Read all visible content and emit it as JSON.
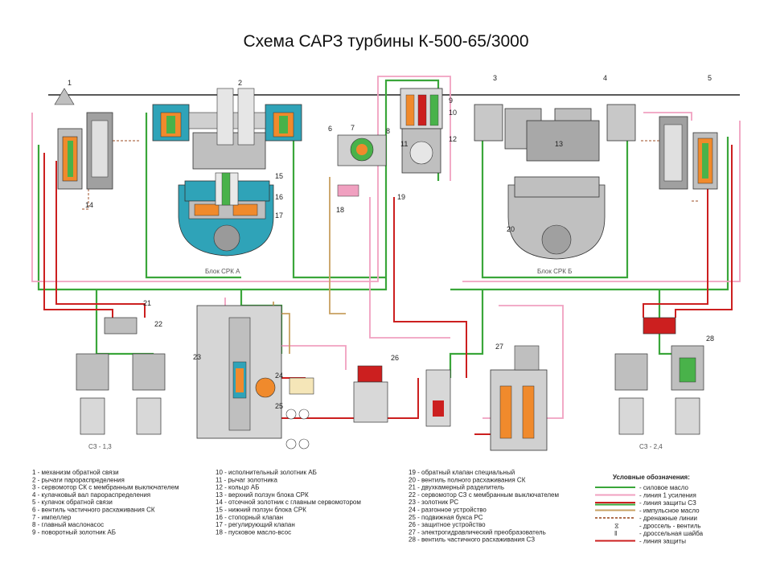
{
  "title": "Схема САРЗ турбины К-500-65/3000",
  "colors": {
    "power_oil": "#3aa63a",
    "control_line": "#f0a0c0",
    "protection_line": "#cc1f1f",
    "impulse_oil": "#c8a060",
    "drain_line": "#b07050",
    "green_fill": "#49b24a",
    "orange_fill": "#f08a2c",
    "teal_fill": "#2fa3b8",
    "grey_fill": "#bfbfbf"
  },
  "block_labels": {
    "block_a": "Блок СРК А",
    "block_b": "Блок СРК Б",
    "sz13": "СЗ - 1,3",
    "sz24": "СЗ - 2,4"
  },
  "callouts": [
    "1",
    "2",
    "3",
    "4",
    "5",
    "6",
    "7",
    "8",
    "9",
    "10",
    "11",
    "12",
    "13",
    "14",
    "15",
    "16",
    "17",
    "18",
    "19",
    "20",
    "21",
    "22",
    "23",
    "24",
    "25",
    "26",
    "27",
    "28"
  ],
  "legend_col1": [
    {
      "n": "1",
      "t": "механизм обратной связи"
    },
    {
      "n": "2",
      "t": "рычаги парораспределения"
    },
    {
      "n": "3",
      "t": "сервомотор СК с мембранным выключателем"
    },
    {
      "n": "4",
      "t": "кулачковый вал парораспределения"
    },
    {
      "n": "5",
      "t": "кулачок обратной связи"
    },
    {
      "n": "6",
      "t": "вентиль частичного расхаживания СК"
    },
    {
      "n": "7",
      "t": "импеллер"
    },
    {
      "n": "8",
      "t": "главный маслонасос"
    },
    {
      "n": "9",
      "t": "поворотный золотник АБ"
    }
  ],
  "legend_col2": [
    {
      "n": "10",
      "t": "исполнительный золотник АБ"
    },
    {
      "n": "11",
      "t": "рычаг золотника"
    },
    {
      "n": "12",
      "t": "кольцо АБ"
    },
    {
      "n": "13",
      "t": "верхний ползун блока СРК"
    },
    {
      "n": "14",
      "t": "отсечной золотник с главным сервомотором"
    },
    {
      "n": "15",
      "t": "нижний ползун блока СРК"
    },
    {
      "n": "16",
      "t": "стопорный клапан"
    },
    {
      "n": "17",
      "t": "регулирующий клапан"
    },
    {
      "n": "18",
      "t": "пусковое масло-всос"
    }
  ],
  "legend_col3": [
    {
      "n": "19",
      "t": "обратный клапан специальный"
    },
    {
      "n": "20",
      "t": "вентиль полного расхаживания СК"
    },
    {
      "n": "21",
      "t": "двухкамерный разделитель"
    },
    {
      "n": "22",
      "t": "сервомотор СЗ с мембранным выключателем"
    },
    {
      "n": "23",
      "t": "золотник РС"
    },
    {
      "n": "24",
      "t": "разгонное устройство"
    },
    {
      "n": "25",
      "t": "подвижная букса РС"
    },
    {
      "n": "26",
      "t": "защитное устройство"
    },
    {
      "n": "27",
      "t": "электрогидравлический преобразователь"
    },
    {
      "n": "28",
      "t": "вентиль частичного расхаживания СЗ"
    }
  ],
  "legend_symbols": {
    "heading": "Условные обозначения:",
    "items": [
      {
        "t": "- силовое масло",
        "kind": "power_oil"
      },
      {
        "t": "- линия 1 усиления",
        "kind": "control_line"
      },
      {
        "t": "- линия защиты СЗ",
        "kind": "protection_double"
      },
      {
        "t": "- импульсное масло",
        "kind": "impulse_oil"
      },
      {
        "t": "- дренажные линии",
        "kind": "drain_line"
      },
      {
        "t": "- дроссель - вентиль",
        "kind": "throttle"
      },
      {
        "t": "- дроссельная шайба",
        "kind": "washer"
      },
      {
        "t": "- линия защиты",
        "kind": "protection_line"
      }
    ]
  }
}
